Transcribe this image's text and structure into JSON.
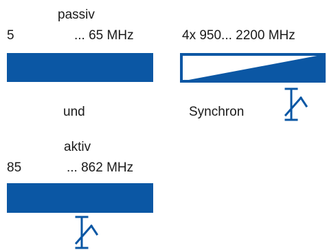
{
  "passive": {
    "label": "passiv",
    "range_start": "5",
    "range_end": "... 65 MHz"
  },
  "sat": {
    "range": "4x 950... 2200 MHz",
    "label": "Synchron"
  },
  "conjunction": "und",
  "active": {
    "label": "aktiv",
    "range_start": "85",
    "range_end": "... 862 MHz"
  },
  "colors": {
    "band": "#0b57a4",
    "text": "#1a1a1a",
    "background": "#ffffff"
  },
  "icons": [
    "adjustable-slope-icon",
    "adjustable-slope-icon"
  ]
}
